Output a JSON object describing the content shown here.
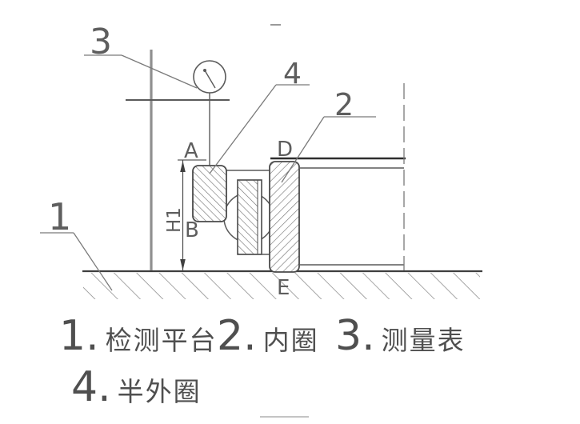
{
  "figure": {
    "callouts": {
      "c1": "1",
      "c2": "2",
      "c3": "3",
      "c4": "4"
    },
    "points": {
      "a": "A",
      "b": "B",
      "d": "D",
      "e": "E"
    },
    "dimension": "H1"
  },
  "legend": {
    "items": [
      {
        "num": "1.",
        "label": "检测平台"
      },
      {
        "num": "2.",
        "label": "内圈"
      },
      {
        "num": "3.",
        "label": "测量表"
      },
      {
        "num": "4.",
        "label": "半外圈"
      }
    ]
  },
  "colors": {
    "background": "#ffffff",
    "outline": "#4a4a4a",
    "hatch": "#6e6e6e",
    "leader": "#777777",
    "ground_line": "#3f3f3f"
  }
}
